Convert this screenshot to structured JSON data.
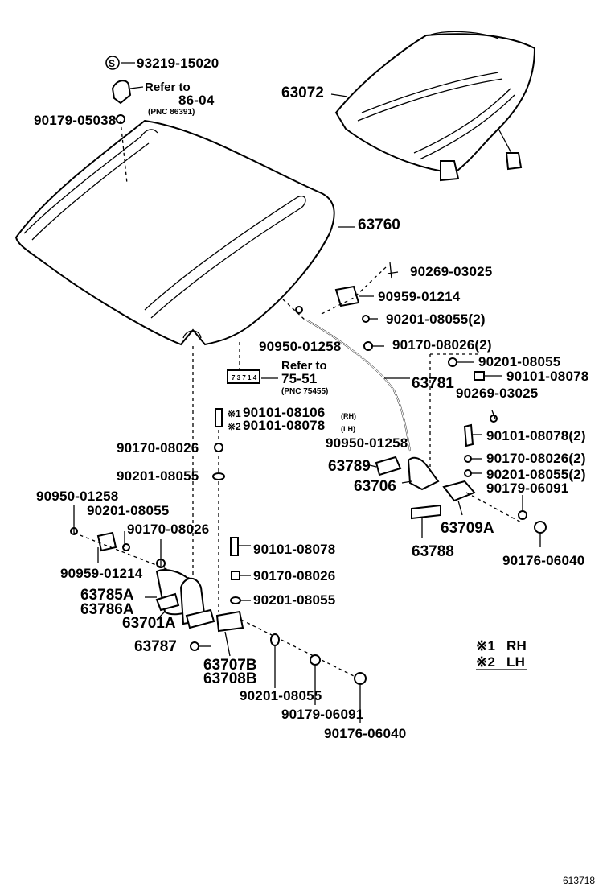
{
  "labels": {
    "p93219": "93219-15020",
    "s_mark": "S",
    "refer1": "Refer to",
    "refer1_code": "86-04",
    "refer1_pnc": "(PNC 86391)",
    "p90179_05038": "90179-05038",
    "p63072": "63072",
    "p63760": "63760",
    "p90269_03025_a": "90269-03025",
    "p90959_01214_a": "90959-01214",
    "p90201_08055_2a": "90201-08055(2)",
    "p90170_08026_2a": "90170-08026(2)",
    "p90950_01258_a": "90950-01258",
    "refer2": "Refer to",
    "refer2_code": "75-51",
    "refer2_pnc": "(PNC 75455)",
    "p90201_08055_b": "90201-08055",
    "p90101_08078_a": "90101-08078",
    "p63781": "63781",
    "p90269_03025_b": "90269-03025",
    "p90101_08106": "90101-08106",
    "p90101_08078_lh": "90101-08078",
    "rh_tag": "(RH)",
    "lh_tag": "(LH)",
    "star1": "※1",
    "star2": "※2",
    "p90101_08078_2": "90101-08078(2)",
    "p90170_08026_b": "90170-08026",
    "p90950_01258_b": "90950-01258",
    "p90170_08026_2b": "90170-08026(2)",
    "p63789": "63789",
    "p90201_08055_2b": "90201-08055(2)",
    "p63706": "63706",
    "p90179_06091_a": "90179-06091",
    "p90201_08055_c": "90201-08055",
    "p90950_01258_c": "90950-01258",
    "p90201_08055_d": "90201-08055",
    "p90170_08026_c": "90170-08026",
    "p63709A": "63709A",
    "p63788": "63788",
    "p90176_06040_a": "90176-06040",
    "p90101_08078_b": "90101-08078",
    "p90959_01214_b": "90959-01214",
    "p90170_08026_d": "90170-08026",
    "p63785A": "63785A",
    "p63786A": "63786A",
    "p90201_08055_e": "90201-08055",
    "p63701A": "63701A",
    "p63787": "63787",
    "p63707B": "63707B",
    "p63708B": "63708B",
    "p90201_08055_f": "90201-08055",
    "p90179_06091_b": "90179-06091",
    "p90176_06040_b": "90176-06040",
    "legend_rh": "RH",
    "legend_lh": "LH",
    "legend_1": "※1",
    "legend_2": "※2",
    "ref_id": "613718",
    "placard": "7 3 7 1 4"
  }
}
